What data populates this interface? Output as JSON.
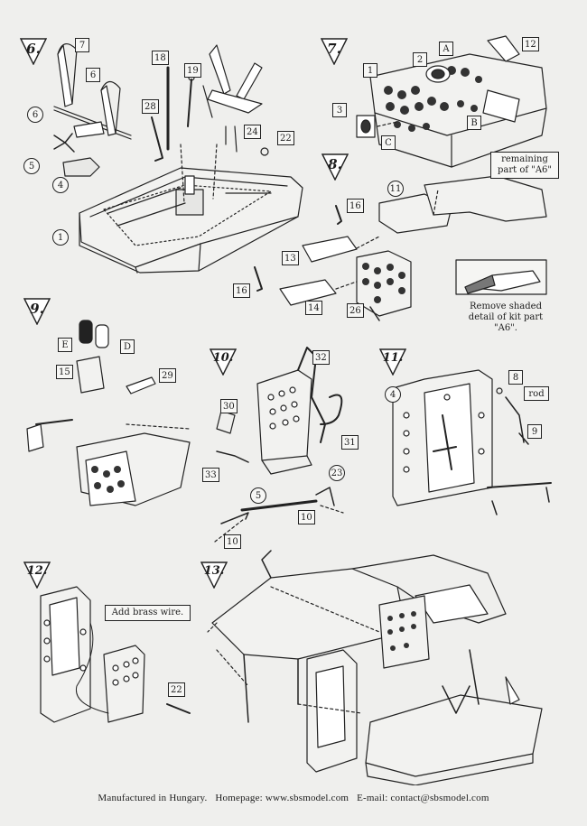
{
  "steps": [
    "6.",
    "7.",
    "8.",
    "9.",
    "10.",
    "11.",
    "12.",
    "13."
  ],
  "parts": {
    "s6": [
      "7",
      "18",
      "19",
      "6",
      "6",
      "28",
      "5",
      "4",
      "24",
      "22",
      "1"
    ],
    "s7": [
      "12",
      "2",
      "A",
      "1",
      "3",
      "C",
      "B"
    ],
    "s8": [
      "11",
      "16",
      "13",
      "16",
      "14",
      "26"
    ],
    "s9": [
      "E",
      "D",
      "15",
      "29"
    ],
    "s10": [
      "32",
      "30",
      "31",
      "33",
      "23",
      "5",
      "10",
      "10"
    ],
    "s11": [
      "4",
      "8",
      "rod",
      "9"
    ],
    "s12": [
      "22"
    ]
  },
  "notes": {
    "remaining": "remaining part of \"A6\"",
    "remove": "Remove shaded detail of kit part \"A6\".",
    "brass": "Add brass wire."
  },
  "footer": {
    "made": "Manufactured in Hungary.",
    "home": "Homepage: www.sbsmodel.com",
    "email": "E-mail: contact@sbsmodel.com"
  }
}
